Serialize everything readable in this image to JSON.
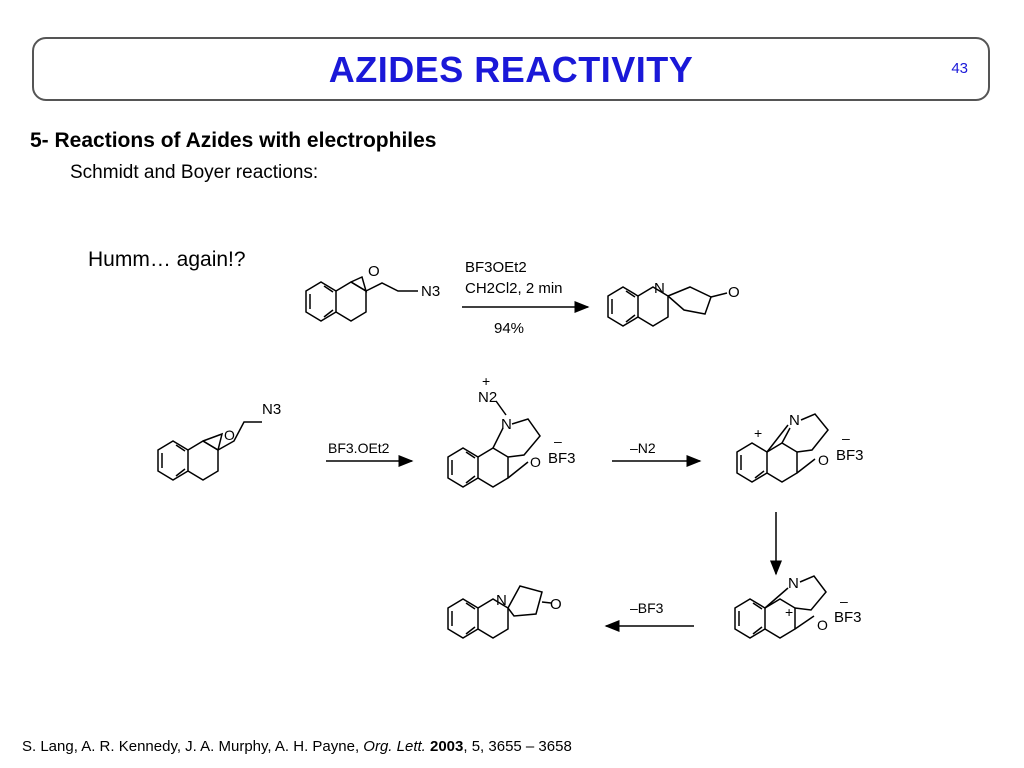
{
  "slide": {
    "title": "AZIDES REACTIVITY",
    "page_number": "43",
    "heading": "5- Reactions of Azides with electrophiles",
    "subheading": "Schmidt and Boyer reactions:",
    "remark": "Humm… again!?"
  },
  "scheme": {
    "top_reaction": {
      "reagent_1": "BF3OEt2",
      "reagent_2": "CH2Cl2, 2 min",
      "yield": "94%"
    },
    "labels": {
      "azide": "N3",
      "oxygen": "O",
      "nitrogen": "N",
      "diazonium": "N2",
      "plus": "+",
      "minus": "–",
      "borate": "BF3",
      "step1_reagent": "BF3.OEt2",
      "step2_loss": "–N2",
      "step3_loss": "–BF3"
    }
  },
  "citation": {
    "authors": "S. Lang, A. R. Kennedy, J. A. Murphy, A. H. Payne, ",
    "journal": "Org. Lett.",
    "year": "2003",
    "details": ", 5, 3655 – 3658"
  }
}
